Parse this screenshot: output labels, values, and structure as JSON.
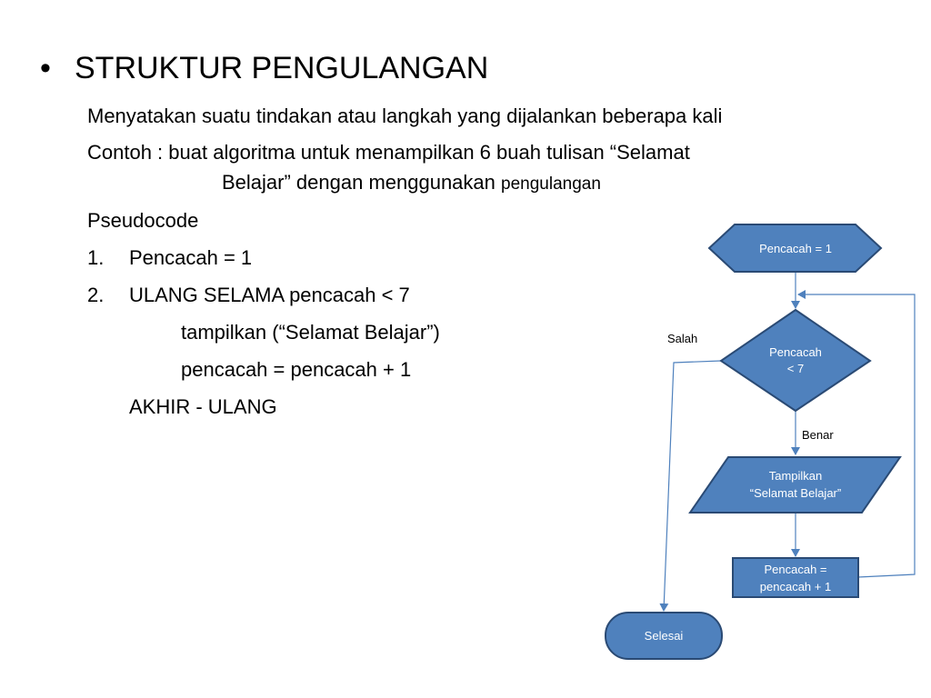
{
  "slide": {
    "title": "STRUKTUR PENGULANGAN",
    "bullet_glyph": "•",
    "definition": "Menyatakan suatu tindakan atau langkah yang dijalankan beberapa kali",
    "example_line1": "Contoh : buat algoritma untuk menampilkan 6 buah tulisan “Selamat",
    "example_line2_main": "Belajar” dengan menggunakan ",
    "example_line2_small": "pengulangan",
    "pseudocode_heading": "Pseudocode",
    "steps": [
      {
        "num": "1.",
        "text": "Pencacah = 1"
      },
      {
        "num": "2.",
        "text": "ULANG SELAMA pencacah < 7"
      }
    ],
    "loop_body": [
      "tampilkan (“Selamat Belajar”)",
      "pencacah = pencacah + 1"
    ],
    "loop_end": "AKHIR - ULANG"
  },
  "flowchart": {
    "colors": {
      "fill": "#4f81bd",
      "stroke": "#2a4a74",
      "line": "#4f81bd",
      "node_text": "#ffffff",
      "label_text": "#000000"
    },
    "nodes": {
      "start": {
        "shape": "hexagon",
        "label": "Pencacah = 1"
      },
      "condition": {
        "shape": "diamond",
        "label_line1": "Pencacah",
        "label_line2": "< 7"
      },
      "output": {
        "shape": "parallelogram",
        "label_line1": "Tampilkan",
        "label_line2": "“Selamat Belajar”"
      },
      "increment": {
        "shape": "rectangle",
        "label_line1": "Pencacah =",
        "label_line2": "pencacah + 1"
      },
      "end": {
        "shape": "rounded-rectangle",
        "label": "Selesai"
      }
    },
    "edges": {
      "false_label": "Salah",
      "true_label": "Benar"
    }
  }
}
